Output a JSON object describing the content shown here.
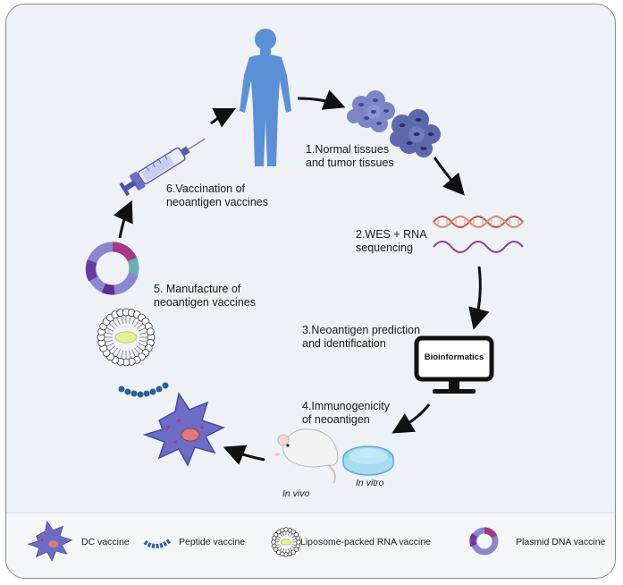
{
  "steps": {
    "s1": "1.Normal tissues\nand tumor tissues",
    "s2": "2.WES + RNA\nsequencing",
    "s3": "3.Neoantigen prediction\nand identification",
    "s4": "4.Immunogenicity\nof neoantigen",
    "s5": "5. Manufacture of\nneoantigen vaccines",
    "s6": "6.Vaccination of\nneoantigen vaccines"
  },
  "bioinformatics_label": "Bioinformatics",
  "in_vivo": "In vivo",
  "in_vitro": "In vitro",
  "legend": {
    "dc": "DC vaccine",
    "peptide": "Peptide vaccine",
    "liposome": "Liposome-packed RNA vaccine",
    "plasmid": "Plasmid DNA vaccine"
  },
  "colors": {
    "human": "#5b8fd6",
    "tissue": "#7c86c6",
    "dna_strand_red": "#c2504e",
    "rna_purple": "#8a3f9a",
    "dc_cell": "#6d6cc4",
    "peptide": "#2d5f9a"
  }
}
